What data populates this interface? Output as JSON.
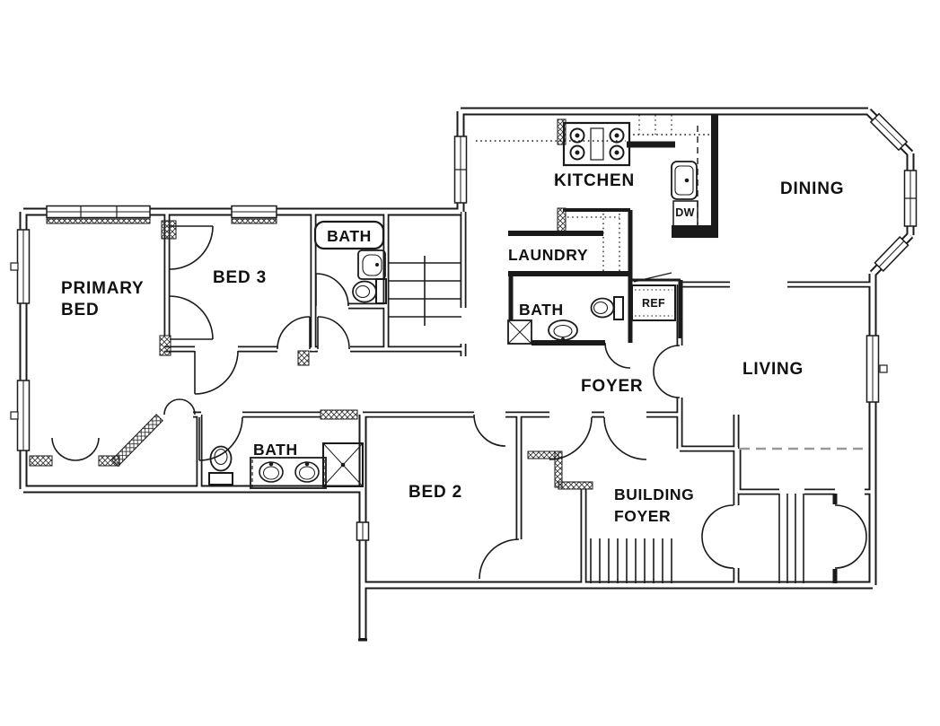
{
  "floorplan": {
    "rooms": {
      "primary_bed": {
        "lines": [
          "PRIMARY",
          "BED"
        ]
      },
      "bed3": {
        "label": "BED 3"
      },
      "bath_hall_upper": {
        "label": "BATH"
      },
      "kitchen": {
        "label": "KITCHEN"
      },
      "dining": {
        "label": "DINING"
      },
      "laundry": {
        "label": "LAUNDRY"
      },
      "bath_kitchen": {
        "label": "BATH"
      },
      "foyer": {
        "label": "FOYER"
      },
      "living": {
        "label": "LIVING"
      },
      "bath_primary": {
        "label": "BATH"
      },
      "bed2": {
        "label": "BED 2"
      },
      "building_foyer": {
        "lines": [
          "BUILDING",
          "FOYER"
        ]
      }
    },
    "appliances": {
      "dishwasher": {
        "label": "DW"
      },
      "refrigerator": {
        "label": "REF"
      }
    },
    "colors": {
      "wall": "#1a1a1a",
      "background": "#ffffff",
      "dashed_line": "#999999"
    }
  }
}
